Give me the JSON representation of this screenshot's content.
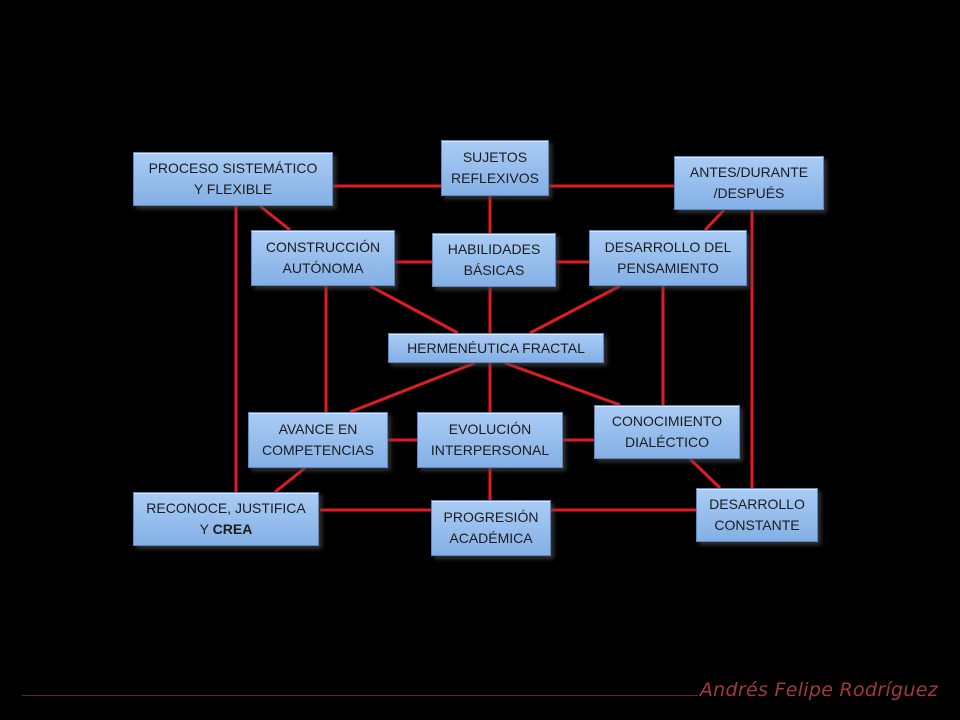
{
  "diagram": {
    "line_color": "#e01b24",
    "node_fill": "#96bfee",
    "nodes": {
      "proceso": {
        "line1": "PROCESO SISTEMÁTICO",
        "line2": "Y FLEXIBLE"
      },
      "sujetos": {
        "line1": "SUJETOS",
        "line2": "REFLEXIVOS"
      },
      "antes": {
        "line1": "ANTES/DURANTE",
        "line2": "/DESPUÉS"
      },
      "construccion": {
        "line1": "CONSTRUCCIÓN",
        "line2": "AUTÓNOMA"
      },
      "habilidades": {
        "line1": "HABILIDADES",
        "line2": "BÁSICAS"
      },
      "desarrollo_pens": {
        "line1": "DESARROLLO DEL",
        "line2": "PENSAMIENTO"
      },
      "hermeneutica": {
        "line1": "HERMENÉUTICA FRACTAL"
      },
      "avance": {
        "line1": "AVANCE EN",
        "line2": "COMPETENCIAS"
      },
      "evolucion": {
        "line1": "EVOLUCIÓN",
        "line2": "INTERPERSONAL"
      },
      "conocimiento": {
        "line1": "CONOCIMIENTO",
        "line2": "DIALÉCTICO"
      },
      "reconoce": {
        "line1": "RECONOCE, JUSTIFICA",
        "line2_prefix": "Y ",
        "line2_bold": "CREA"
      },
      "progresion": {
        "line1": "PROGRESIÓN",
        "line2": "ACADÉMICA"
      },
      "desarrollo_const": {
        "line1": "DESARROLLO",
        "line2": "CONSTANTE"
      }
    }
  },
  "footer": {
    "author": "Andrés Felipe Rodríguez"
  }
}
